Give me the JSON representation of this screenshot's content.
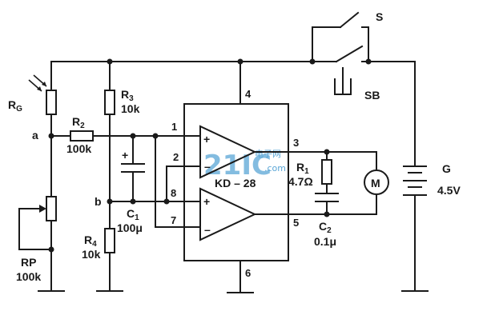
{
  "labels": {
    "S": "S",
    "SB": "SB",
    "RG": "R",
    "RG_sub": "G",
    "node_a": "a",
    "node_b": "b",
    "R2": "R",
    "R2_sub": "2",
    "R2_val": "100k",
    "R3": "R",
    "R3_sub": "3",
    "R3_val": "10k",
    "R4": "R",
    "R4_sub": "4",
    "R4_val": "10k",
    "RP": "RP",
    "RP_val": "100k",
    "C1": "C",
    "C1_sub": "1",
    "C1_val": "100μ",
    "R1": "R",
    "R1_sub": "1",
    "R1_val": "4.7Ω",
    "C2": "C",
    "C2_sub": "2",
    "C2_val": "0.1μ",
    "motor": "M",
    "G": "G",
    "G_val": "4.5V",
    "ic": "KD – 28",
    "plus": "+",
    "minus": "–"
  },
  "pins": {
    "p1": "1",
    "p2": "2",
    "p3": "3",
    "p4": "4",
    "p5": "5",
    "p6": "6",
    "p7": "7",
    "p8": "8"
  },
  "watermark": {
    "main": "21IC",
    "sub": "电子网",
    "url": ".com"
  }
}
